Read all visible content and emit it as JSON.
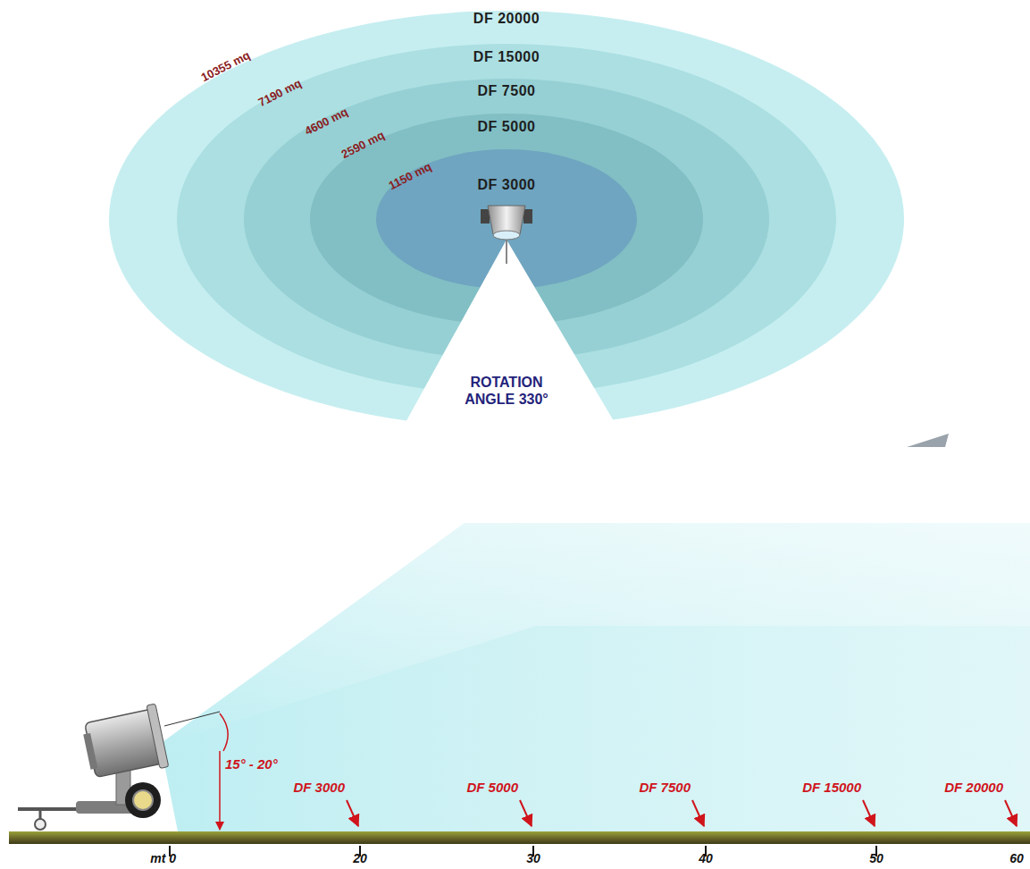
{
  "diagram": {
    "nodes": [
      {
        "text": [
          "DF 20000",
          "10355 mq"
        ]
      },
      {
        "text": [
          "DF 15000",
          "7190 mq"
        ],
        "in": 0
      },
      {
        "text": [
          "DF 7500",
          "4600 mq"
        ],
        "in": 1
      },
      {
        "text": [
          "DF 5000",
          "2590 mq"
        ],
        "in": 2
      },
      {
        "text": [
          "DF 3000",
          "1150 mq"
        ],
        "in": 3
      }
    ],
    "labels": [
      "ROTATION ANGLE 330°",
      "15° - 20°",
      "DF 3000",
      "DF 5000",
      "DF 7500",
      "DF 15000",
      "DF 20000",
      "mt 0",
      "20",
      "30",
      "40",
      "50",
      "60"
    ]
  }
}
